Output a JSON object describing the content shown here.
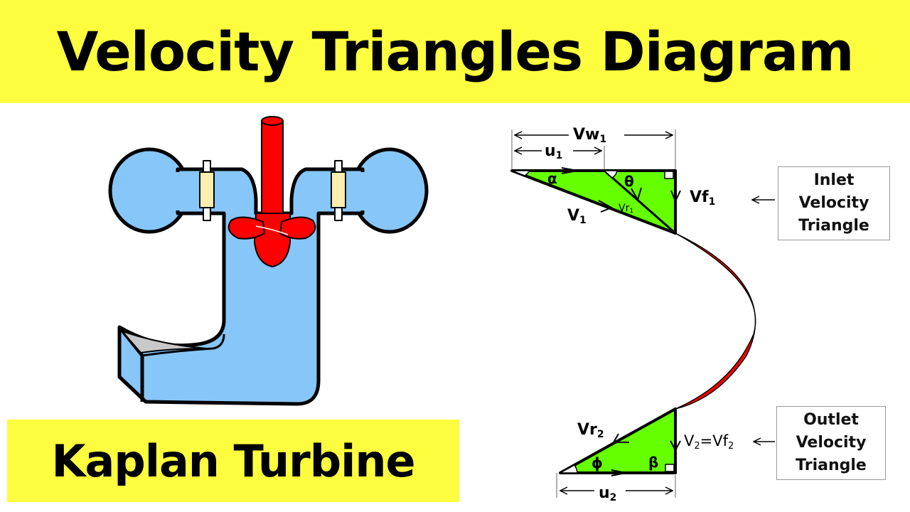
{
  "title": "Velocity Triangles Diagram",
  "subtitle": "Kaplan Turbine",
  "colors": {
    "banner": "#fdfd3f",
    "water": "#87c6f8",
    "runner": "#ff0000",
    "triangle_fill": "#66ff00",
    "guide_vane": "#fdeeb0"
  },
  "inlet_triangle": {
    "box_lines": [
      "Inlet",
      "Velocity",
      "Triangle"
    ],
    "labels": {
      "whirl": "Vw",
      "whirl_sub": "1",
      "blade": "u",
      "blade_sub": "1",
      "abs": "V",
      "abs_sub": "1",
      "rel": "Vr",
      "rel_sub": "1",
      "flow": "Vf",
      "flow_sub": "1",
      "alpha": "α",
      "theta": "θ"
    }
  },
  "outlet_triangle": {
    "box_lines": [
      "Outlet",
      "Velocity",
      "Triangle"
    ],
    "labels": {
      "rel": "Vr",
      "rel_sub": "2",
      "abs": "V",
      "abs_sub": "2",
      "eq": "=",
      "flow": "Vf",
      "flow_sub": "2",
      "blade": "u",
      "blade_sub": "2",
      "phi": "ϕ",
      "beta": "β"
    }
  }
}
